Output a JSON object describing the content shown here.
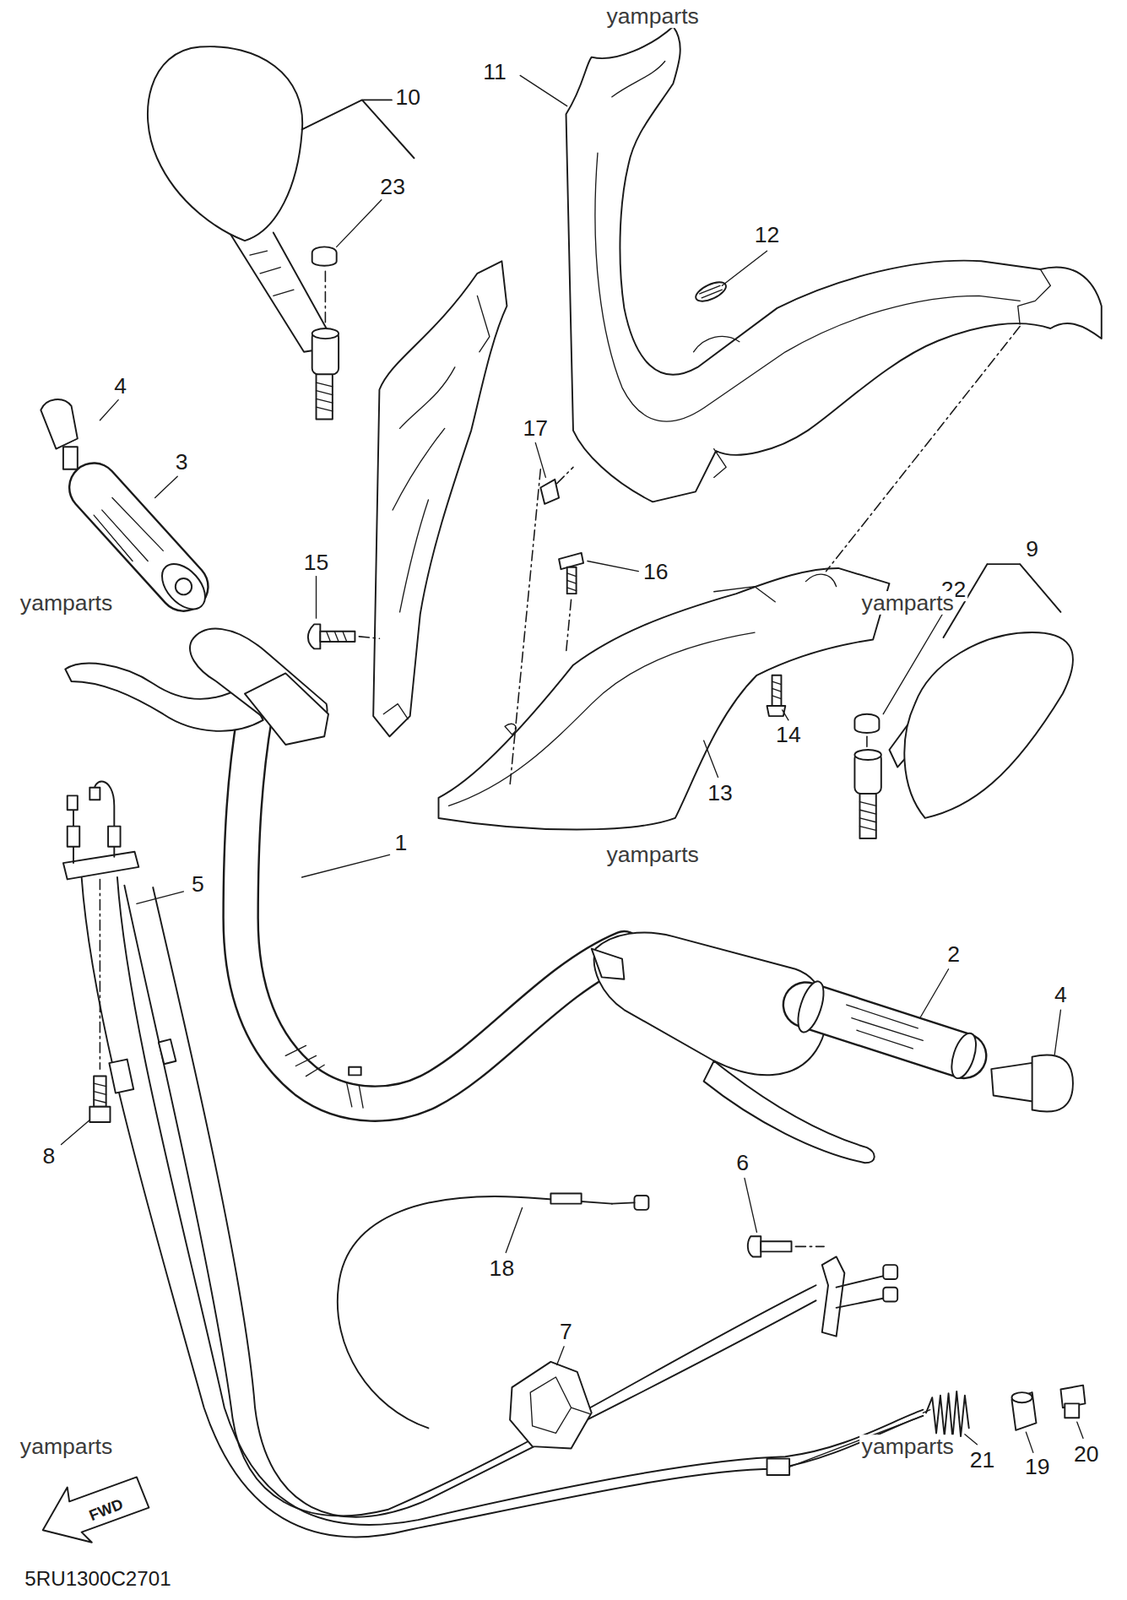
{
  "diagram": {
    "labels": [
      "yamparts",
      "11",
      "10",
      "23",
      "12",
      "4",
      "3",
      "17",
      "15",
      "16",
      "9",
      "22",
      "yamparts",
      "yamparts",
      "14",
      "13",
      "1",
      "yamparts",
      "5",
      "2",
      "4",
      "8",
      "6",
      "18",
      "7",
      "yamparts",
      "yamparts",
      "21",
      "19",
      "20",
      "FWD",
      "5RU1300C2701"
    ]
  }
}
